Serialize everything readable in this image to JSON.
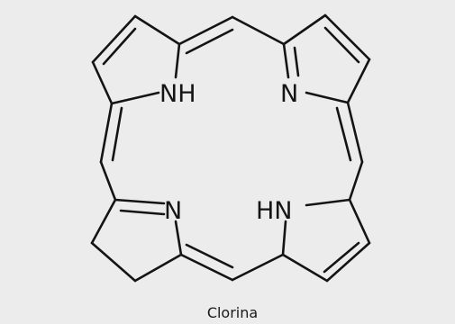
{
  "molecule": {
    "atom_labels": {
      "nh_top_left": "NH",
      "n_top_right": "N",
      "n_bottom_left": "N",
      "hn_bottom_right": "HN"
    },
    "caption": "Clorina"
  },
  "colors": {
    "background": "#ececec",
    "line": "#141414"
  }
}
